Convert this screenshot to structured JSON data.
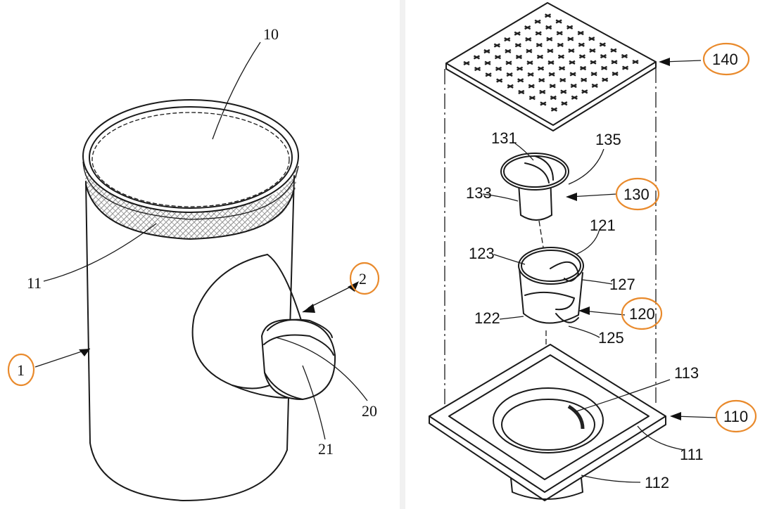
{
  "figure_left": {
    "labels": {
      "body": "1",
      "opening": "10",
      "rim": "11",
      "branch": "2",
      "branch_ring": "20",
      "cap": "21"
    },
    "highlighted": [
      "1",
      "2"
    ]
  },
  "figure_right": {
    "labels": {
      "cover": "140",
      "trap_top": "131",
      "trap_rim": "135",
      "trap_body": "133",
      "trap": "130",
      "cup_rim": "121",
      "cup_inner": "123",
      "cup_edge": "127",
      "cup": "120",
      "cup_side": "122",
      "cup_slot": "125",
      "base_thread": "113",
      "base": "110",
      "base_flange": "111",
      "outlet": "112"
    },
    "highlighted": [
      "140",
      "130",
      "120",
      "110"
    ]
  },
  "colors": {
    "highlight": "#e98a2c",
    "line": "#1a1a1a",
    "divider": "#f1f1f1"
  }
}
